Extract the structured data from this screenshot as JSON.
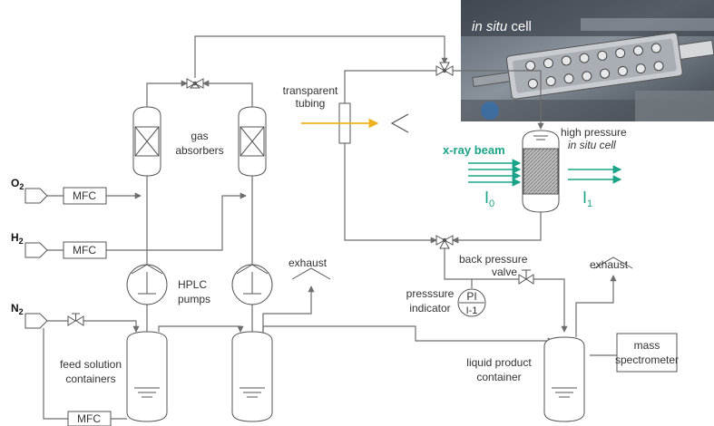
{
  "photo": {
    "caption_italic": "in situ",
    "caption_rest": " cell"
  },
  "gases": {
    "o2": "O",
    "o2_sub": "2",
    "h2": "H",
    "h2_sub": "2",
    "n2": "N",
    "n2_sub": "2"
  },
  "mfc_label": "MFC",
  "labels": {
    "gas_absorbers_1": "gas",
    "gas_absorbers_2": "absorbers",
    "hplc_1": "HPLC",
    "hplc_2": "pumps",
    "exhaust_left": "exhaust",
    "exhaust_right": "exhaust",
    "feed_1": "feed solution",
    "feed_2": "containers",
    "transparent_1": "transparent",
    "transparent_2": "tubing",
    "hp_1": "high pressure",
    "hp_2": "in situ cell",
    "xray": "x-ray beam",
    "i0": "I",
    "i0_sub": "0",
    "i1": "I",
    "i1_sub": "1",
    "bp_1": "back pressure",
    "bp_2": "valve",
    "pi_1": "presssure",
    "pi_2": "indicator",
    "pi_tag_1": "PI",
    "pi_tag_2": "I-1",
    "liquid_1": "liquid product",
    "liquid_2": "container",
    "mass_1": "mass",
    "mass_2": "spectrometer"
  },
  "colors": {
    "xray": "#1aa389",
    "light": "#f0b21e",
    "line": "#6d6d6d"
  }
}
